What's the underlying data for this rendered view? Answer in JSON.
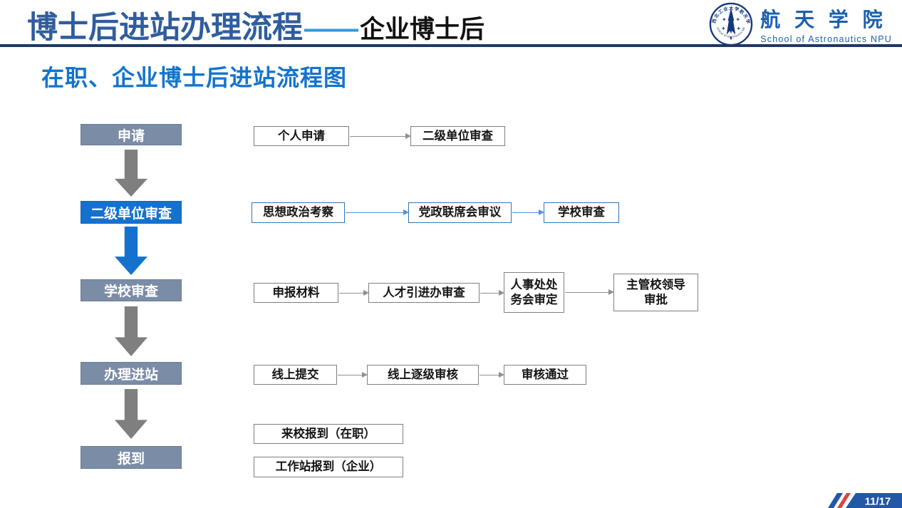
{
  "header": {
    "title": "博士后进站办理流程",
    "title_dash": "——",
    "title_suffix": "企业博士后",
    "logo": {
      "name_cn": "航 天 学 院",
      "name_en": "School of Astronautics NPU",
      "emblem_ring_text_bottom": "School of Astronautics NPU"
    }
  },
  "subtitle": "在职、企业博士后进站流程图",
  "colors": {
    "title_blue": "#2F5D9E",
    "dash_blue": "#2E9BDB",
    "rule_navy": "#1F3864",
    "subtitle_blue": "#1374CC",
    "stage_gray": "#7B8CA7",
    "stage_blue": "#1472CE",
    "arrow_gray": "#7F7F7F",
    "box_border_gray": "#808080",
    "box_border_blue": "#2E75B6",
    "badge_blue": "#2357A7",
    "badge_red": "#D9453F"
  },
  "flowchart": {
    "stages": [
      {
        "label": "申请",
        "variant": "gray"
      },
      {
        "label": "二级单位审查",
        "variant": "blue"
      },
      {
        "label": "学校审查",
        "variant": "gray"
      },
      {
        "label": "办理进站",
        "variant": "gray"
      },
      {
        "label": "报到",
        "variant": "gray"
      }
    ],
    "rows": [
      {
        "boxes": [
          {
            "label": "个人申请"
          },
          {
            "label": "二级单位审查"
          }
        ]
      },
      {
        "boxes": [
          {
            "label": "思想政治考察"
          },
          {
            "label": "党政联席会审议"
          },
          {
            "label": "学校审查"
          }
        ]
      },
      {
        "boxes": [
          {
            "label": "申报材料"
          },
          {
            "label": "人才引进办审查"
          },
          {
            "label": "人事处处务会审定",
            "line1": "人事处处",
            "line2": "务会审定"
          },
          {
            "label": "主管校领导审批",
            "line1": "主管校领导",
            "line2": "审批"
          }
        ]
      },
      {
        "boxes": [
          {
            "label": "线上提交"
          },
          {
            "label": "线上逐级审核"
          },
          {
            "label": "审核通过"
          }
        ]
      },
      {
        "boxes": [
          {
            "label": "来校报到（在职）"
          },
          {
            "label": "工作站报到（企业）"
          }
        ]
      }
    ]
  },
  "footer": {
    "page": "11/17"
  }
}
